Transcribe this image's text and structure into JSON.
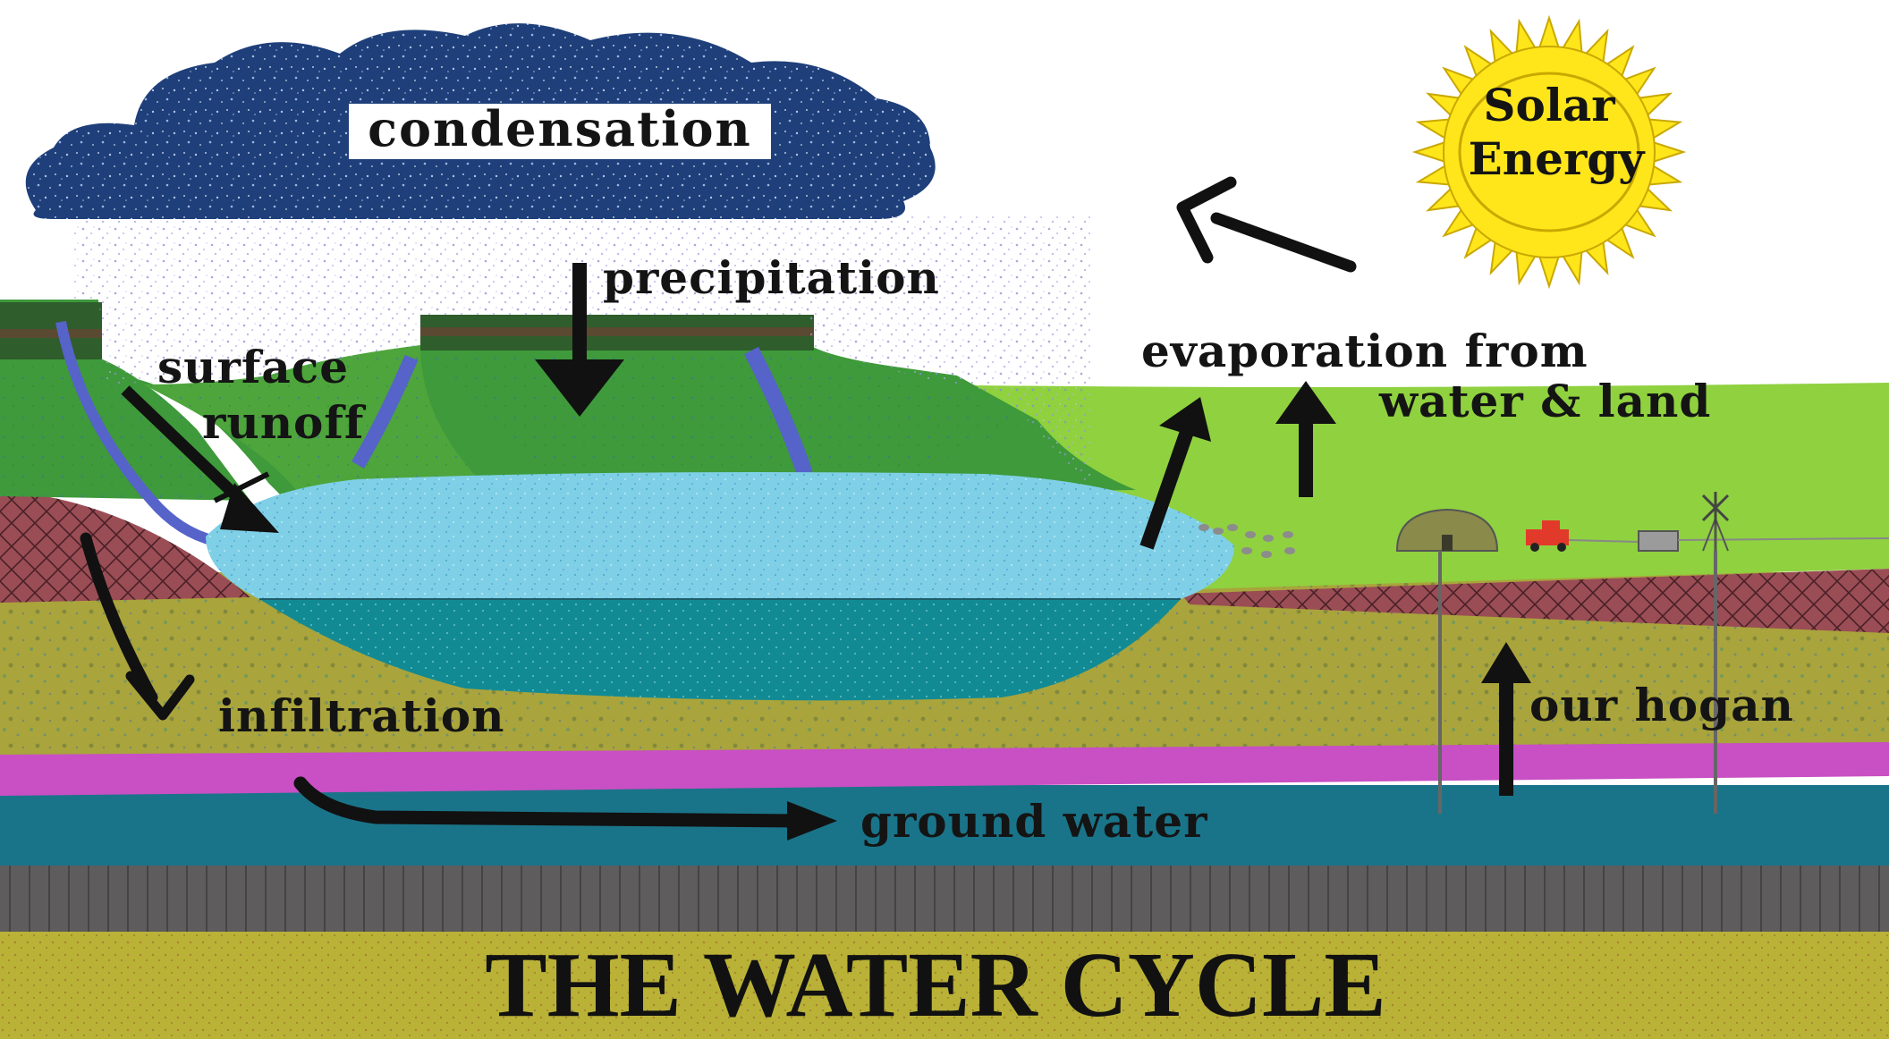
{
  "diagram": {
    "title": "THE WATER CYCLE",
    "labels": {
      "condensation": "condensation",
      "solar_energy_line1": "Solar",
      "solar_energy_line2": "Energy",
      "precipitation": "precipitation",
      "surface_runoff_line1": "surface",
      "surface_runoff_line2": "runoff",
      "evaporation_line1": "evaporation from",
      "evaporation_line2": "water & land",
      "infiltration": "infiltration",
      "our_hogan": "our hogan",
      "ground_water": "ground water"
    },
    "colors": {
      "sky": "#ffffff",
      "cloud": "#1e3f7a",
      "sun": "#ffe61a",
      "sun_outline": "#c9a800",
      "grass_light": "#8fd13f",
      "grass_dark": "#3e9a3a",
      "lake_surface": "#7fd0e6",
      "lake_deep": "#128a94",
      "soil": "#a9a43c",
      "clay": "#9a4d55",
      "magenta_layer": "#c84fc4",
      "ground_water": "#1a7489",
      "bedrock": "#5e5c5c",
      "bottom_soil": "#b9b237",
      "runoff_stream": "#5663c9",
      "text": "#141414"
    },
    "icons": [
      "sun-icon",
      "cloud-icon",
      "hogan-icon",
      "truck-icon",
      "tank-icon",
      "windmill-icon",
      "sheep-icon"
    ]
  }
}
